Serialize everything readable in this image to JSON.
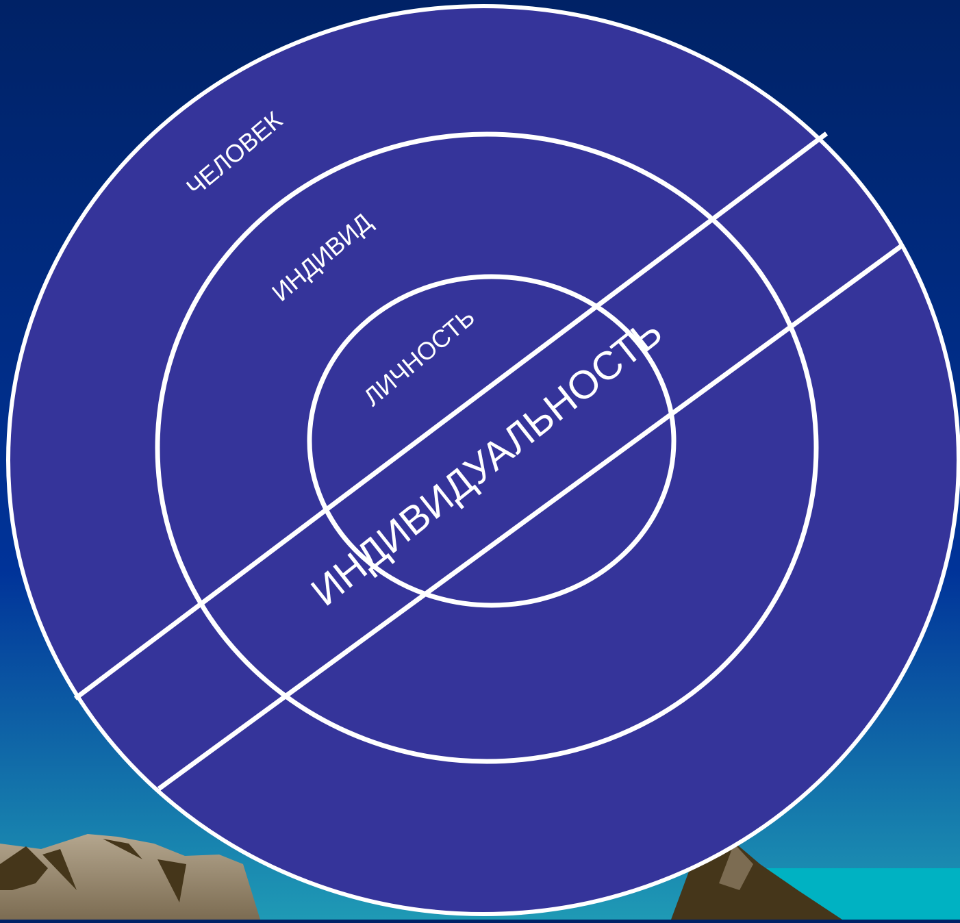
{
  "diagram": {
    "labels": {
      "outer": "ЧЕЛОВЕК",
      "middle": "ИНДИВИД",
      "inner": "ЛИЧНОСТЬ",
      "band": "ИНДИВИДУАЛЬНОСТЬ"
    }
  },
  "colors": {
    "sky_top": "#002266",
    "sky_mid": "#003399",
    "sky_bottom": "#1f9ab5",
    "sea": "#00b2c2",
    "disc_fill": "#35349a",
    "stroke": "#ffffff",
    "mountain_light": "#b4a68e",
    "mountain_dark": "#45361a"
  }
}
